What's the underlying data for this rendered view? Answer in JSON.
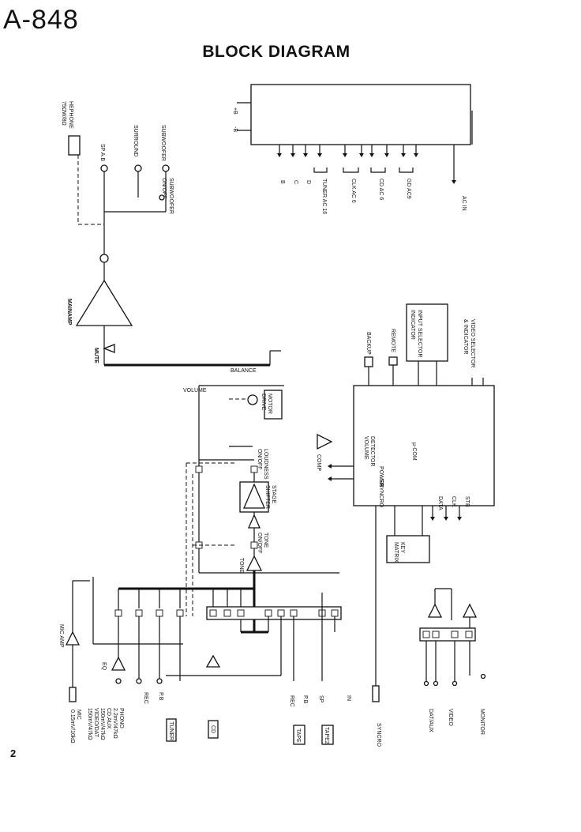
{
  "header": {
    "model": "A-848",
    "title": "BLOCK DIAGRAM",
    "page": "2"
  },
  "labels": {
    "headphone": "HEPHONE\n75ΩW/8Ω",
    "sp_a": "SP A.B",
    "surround": "SURROUND",
    "subwoofer": "SUBWOOFER",
    "subwoofer_sw": "SUBWOOFER\nON/OFF",
    "mainamp": "MAINAMP",
    "mute": "MUTE",
    "balance": "BALANCE",
    "volume": "VOLUME",
    "motor_drive": "MOTOR\nDRIVE",
    "loudness": "LOUDNESS\nON/OFF",
    "stage_shifter": "STAGE\nSHIFTER",
    "tone_sw": "TONE\nON/OFF",
    "tone": "TONE",
    "mic_amp": "MIC AMP",
    "eq": "EQ",
    "mic": "MIC\n0.15mV/10kΩ",
    "phono": "PHONO\n2.2mV/47kΩ",
    "cd_aux": "CD.AUX\n150mV/47kΩ",
    "video_dat": "VIDEO/DAT",
    "tape_spec": "150mV/47kΩ",
    "rec": "REC",
    "pb": "P.B",
    "in": "IN",
    "tuner": "TUNER",
    "cd": "CD",
    "tape1": "TAPE",
    "tape2": "TAPE2",
    "syncro": "SYNCRO",
    "backup": "BACKUP",
    "remote": "REMOTE",
    "input_selector": "INPUT SELECTOR\nINDICATOR",
    "video_selector": "VIDEO SELECTOR\n& INDICATOR",
    "comp": "COMP",
    "mcu": "µ-COM",
    "mcu_pins": "DETECTOR\nVOLUME",
    "key_matrix": "KEY\nMATRIX",
    "dat_aux": "DAT/AUX",
    "video": "VIDEO",
    "monitor": "MONITOR",
    "mcu_outs": [
      "DATA",
      "CLK",
      "STB"
    ],
    "top_ic_outs": [
      "B",
      "C",
      "D"
    ],
    "top_ic_groups": [
      "TUNER AC 16",
      "CLK AC 6",
      "CD AC 6",
      "GD AC9"
    ],
    "ac_in": "AC IN",
    "plus_b": "+B",
    "minus_b": "-B",
    "syncro_pin": "SYNCRO",
    "power": "POWER",
    "sp": "SP"
  }
}
